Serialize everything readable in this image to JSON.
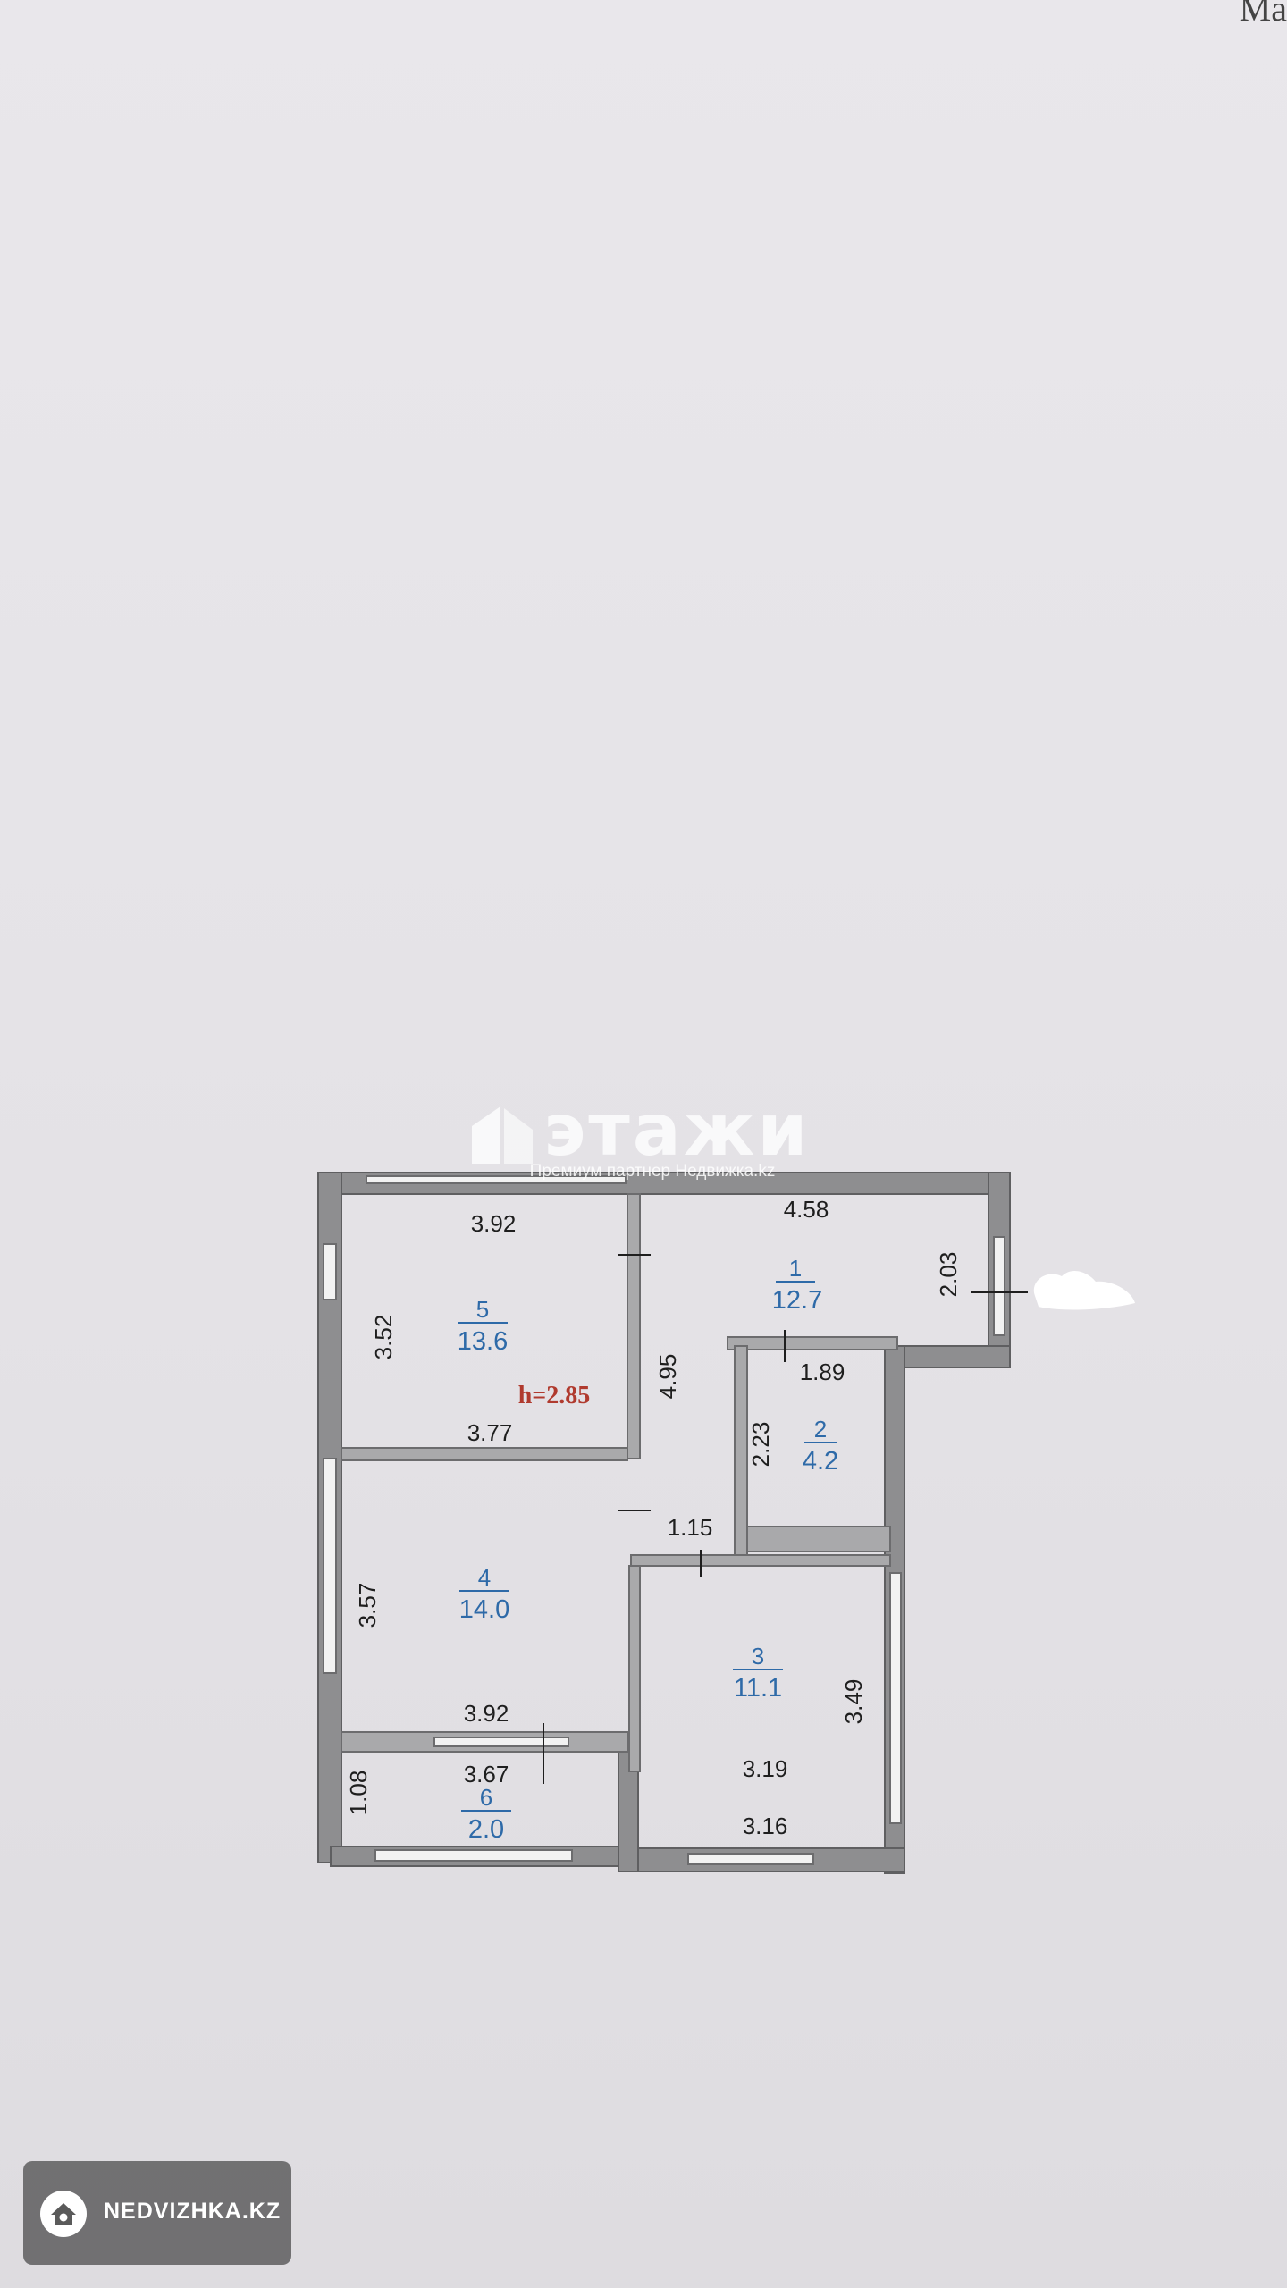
{
  "header": {
    "corner_text_right": "Ma",
    "corner_text_left": ""
  },
  "watermark": {
    "brand": "этажи",
    "tagline": "Премиум партнер Недвижка.kz"
  },
  "badge": {
    "label": "NEDVIZHKA.KZ",
    "icon": "home-icon"
  },
  "plan": {
    "ceiling_height": "h=2.85",
    "rooms": [
      {
        "number": "1",
        "area": "12.7"
      },
      {
        "number": "2",
        "area": "4.2"
      },
      {
        "number": "3",
        "area": "11.1"
      },
      {
        "number": "4",
        "area": "14.0"
      },
      {
        "number": "5",
        "area": "13.6"
      },
      {
        "number": "6",
        "area": "2.0"
      }
    ],
    "dimensions": {
      "r5_top": "3.92",
      "r5_side": "3.52",
      "r5_bottom": "3.77",
      "r1_top": "4.58",
      "r1_side": "2.03",
      "hall_length": "4.95",
      "r2_top": "1.89",
      "r2_side": "2.23",
      "corridor": "1.15",
      "r4_side": "3.57",
      "r4_bottom": "3.92",
      "r6_top": "3.67",
      "r6_side": "1.08",
      "r3_side": "3.49",
      "r3_inner": "3.19",
      "r3_bottom": "3.16"
    }
  },
  "colors": {
    "wall": "#8e8e90",
    "wall_dark": "#6c6c6e",
    "room_label": "#2e6aa8",
    "ceiling_label": "#b03a2e",
    "paper": "#e6e4e8"
  }
}
